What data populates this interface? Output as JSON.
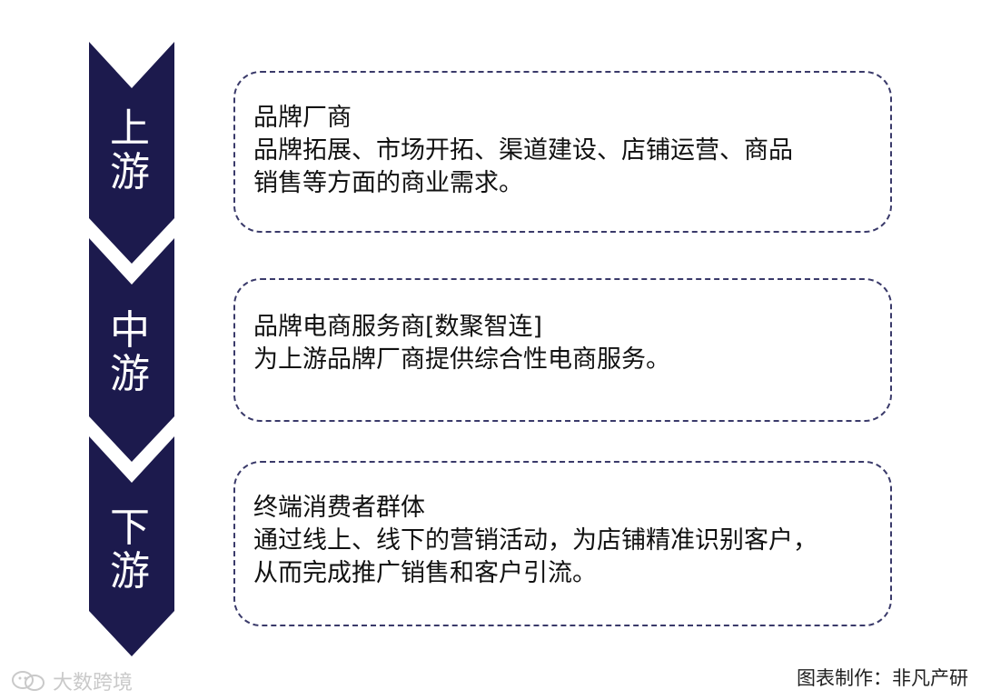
{
  "colors": {
    "chevron": "#1c1a4d",
    "border": "#3a3a6a",
    "text": "#111111",
    "watermark": "#c9c9c9"
  },
  "stages": [
    {
      "label_line1": "上",
      "label_line2": "游",
      "title": "品牌厂商",
      "desc_line1": "品牌拓展、市场开拓、渠道建设、店铺运营、商品",
      "desc_line2": "销售等方面的商业需求。"
    },
    {
      "label_line1": "中",
      "label_line2": "游",
      "title": "品牌电商服务商[数聚智连]",
      "desc_line1": "为上游品牌厂商提供综合性电商服务。",
      "desc_line2": ""
    },
    {
      "label_line1": "下",
      "label_line2": "游",
      "title": "终端消费者群体",
      "desc_line1": "通过线上、线下的营销活动，为店铺精准识别客户，",
      "desc_line2": "从而完成推广销售和客户引流。"
    }
  ],
  "watermark": {
    "text": "大数跨境",
    "icon": "wechat-logo-icon"
  },
  "credit": "图表制作：非凡产研"
}
